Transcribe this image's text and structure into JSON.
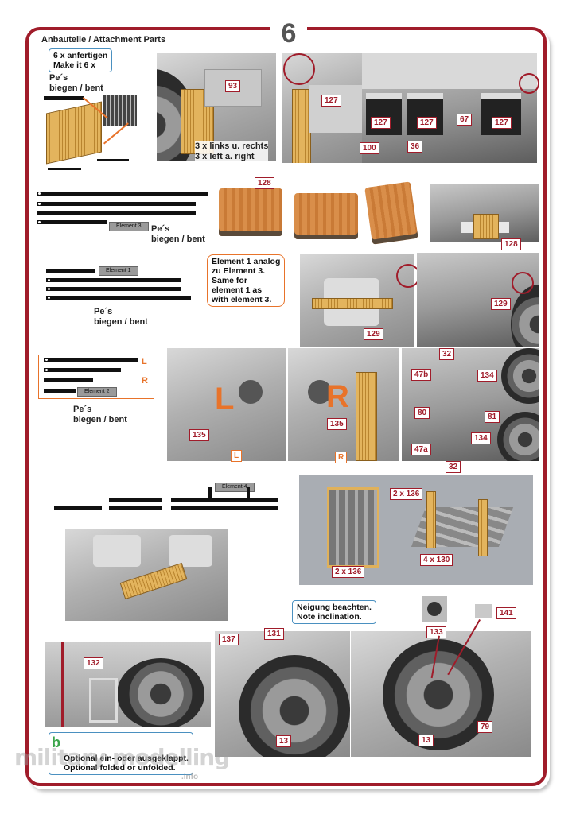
{
  "step_number": "6",
  "heading": "Anbauteile / Attachment Parts",
  "callouts": {
    "make6": "6 x anfertigen\nMake it 6 x",
    "element1_note": "Element 1 analog\nzu Element 3.\nSame for\nelement 1 as\nwith element 3.",
    "inclination": "Neigung beachten.\nNote inclination.",
    "optional": "Optional ein- oder ausgeklappt.\nOptional folded or unfolded.",
    "optional_marker": "b"
  },
  "bend_text": "Pe´s\nbiegen / bent",
  "left_right_text": "3 x links u. rechts\n3 x left a. right",
  "element_labels": {
    "element1": "Element 1",
    "element2": "Element 2",
    "element3": "Element 3",
    "element4": "Element 4"
  },
  "side_letters": {
    "left": "L",
    "right": "R"
  },
  "part_numbers": {
    "p93": "93",
    "p127": "127",
    "p67": "67",
    "p100": "100",
    "p36": "36",
    "p128": "128",
    "p129": "129",
    "p32": "32",
    "p47b": "47b",
    "p134": "134",
    "p80": "80",
    "p81": "81",
    "p47a": "47a",
    "p135": "135",
    "p136x2": "2 x 136",
    "p130x4": "4 x 130",
    "p132": "132",
    "p137": "137",
    "p131": "131",
    "p13": "13",
    "p133": "133",
    "p141": "141",
    "p79": "79"
  },
  "watermark": "military modelling",
  "watermark_sub": ".info",
  "colors": {
    "frame": "#a01c2a",
    "accent": "#e8732a",
    "callout_border": "#4a90c0",
    "brass": "#c9963f"
  }
}
